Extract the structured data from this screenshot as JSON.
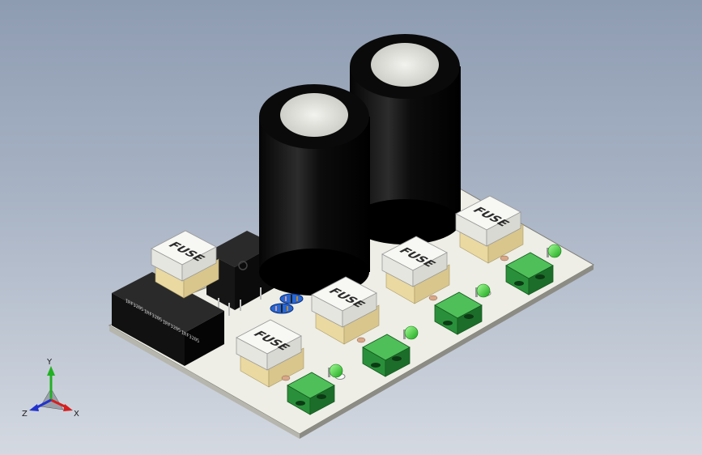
{
  "viewport": {
    "background_top": "#8e9cb2",
    "background_bottom": "#d4d9e1"
  },
  "model": {
    "fuse_labels": [
      "FUSE",
      "FUSE",
      "FUSE",
      "FUSE",
      "FUSE"
    ],
    "ic_labels": [
      "IRF3205",
      "IRF3205",
      "IRF3205",
      "IRF3205"
    ],
    "board_color": "#eeeee6",
    "connector_color": "#2a8f3a",
    "led_color": "#3fdc3f",
    "capacitor_color": "#141414"
  },
  "triad": {
    "x_label": "X",
    "y_label": "Y",
    "z_label": "Z",
    "x_color": "#d42020",
    "y_color": "#23b023",
    "z_color": "#2233cc"
  }
}
